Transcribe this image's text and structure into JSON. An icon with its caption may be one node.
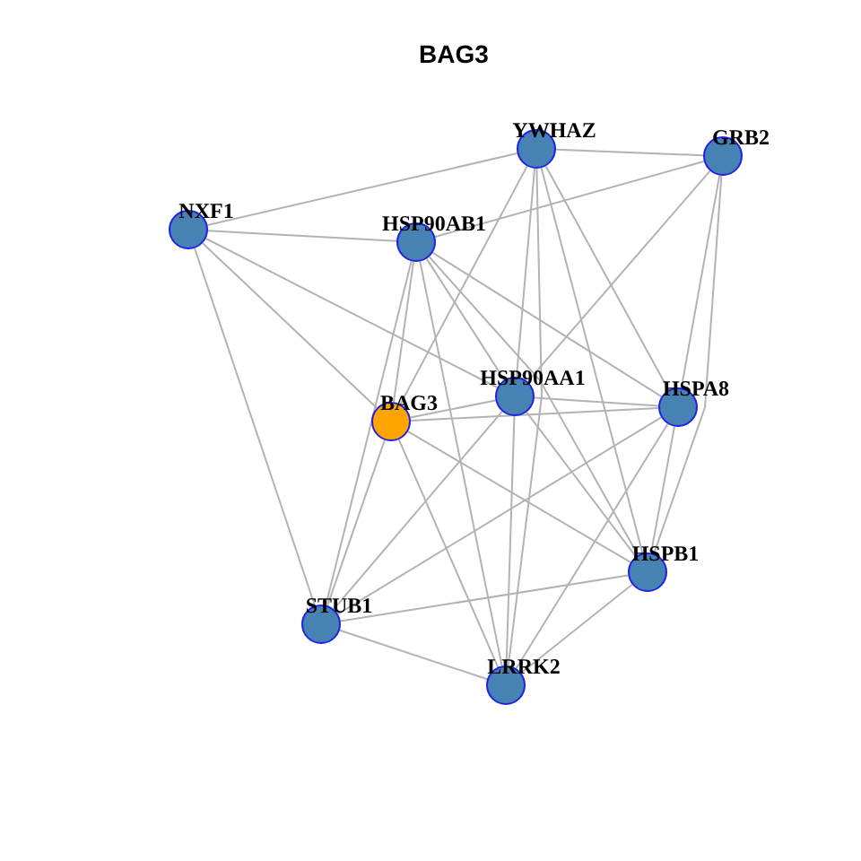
{
  "diagram": {
    "title": "BAG3",
    "nodes": [
      {
        "text": [
          "YWHAZ"
        ]
      },
      {
        "text": [
          "GRB2"
        ]
      },
      {
        "text": [
          "NXF1"
        ]
      },
      {
        "text": [
          "HSP90AB1"
        ]
      },
      {
        "text": [
          "HSP90AA1"
        ]
      },
      {
        "text": [
          "HSPA8"
        ]
      },
      {
        "text": [
          "BAG3"
        ]
      },
      {
        "text": [
          "HSPB1"
        ]
      },
      {
        "text": [
          "STUB1"
        ]
      },
      {
        "text": [
          "LRRK2"
        ]
      }
    ],
    "edges": [
      {
        "from": 2,
        "to": 0,
        "arrow": "none"
      },
      {
        "from": 2,
        "to": 3,
        "arrow": "none"
      },
      {
        "from": 2,
        "to": 6,
        "arrow": "none"
      },
      {
        "from": 2,
        "to": 4,
        "arrow": "none"
      },
      {
        "from": 2,
        "to": 8,
        "arrow": "none"
      },
      {
        "from": 0,
        "to": 1,
        "arrow": "none"
      },
      {
        "from": 0,
        "to": 6,
        "arrow": "none"
      },
      {
        "from": 0,
        "to": 4,
        "arrow": "none"
      },
      {
        "from": 0,
        "to": 9,
        "arrow": "none"
      },
      {
        "from": 0,
        "to": 5,
        "arrow": "none"
      },
      {
        "from": 0,
        "to": 7,
        "arrow": "none"
      },
      {
        "from": 1,
        "to": 3,
        "arrow": "none"
      },
      {
        "from": 1,
        "to": 4,
        "arrow": "none"
      },
      {
        "from": 1,
        "to": 5,
        "arrow": "none"
      },
      {
        "from": 1,
        "to": 7,
        "arrow": "none"
      },
      {
        "from": 3,
        "to": 4,
        "arrow": "none"
      },
      {
        "from": 3,
        "to": 5,
        "arrow": "none"
      },
      {
        "from": 3,
        "to": 7,
        "arrow": "none"
      },
      {
        "from": 3,
        "to": 9,
        "arrow": "none"
      },
      {
        "from": 3,
        "to": 8,
        "arrow": "none"
      },
      {
        "from": 3,
        "to": 6,
        "arrow": "none"
      },
      {
        "from": 6,
        "to": 4,
        "arrow": "none"
      },
      {
        "from": 6,
        "to": 5,
        "arrow": "none"
      },
      {
        "from": 6,
        "to": 7,
        "arrow": "none"
      },
      {
        "from": 6,
        "to": 9,
        "arrow": "none"
      },
      {
        "from": 6,
        "to": 8,
        "arrow": "none"
      },
      {
        "from": 4,
        "to": 5,
        "arrow": "none"
      },
      {
        "from": 4,
        "to": 7,
        "arrow": "none"
      },
      {
        "from": 4,
        "to": 9,
        "arrow": "none"
      },
      {
        "from": 4,
        "to": 8,
        "arrow": "none"
      },
      {
        "from": 5,
        "to": 7,
        "arrow": "none"
      },
      {
        "from": 5,
        "to": 8,
        "arrow": "none"
      },
      {
        "from": 5,
        "to": 9,
        "arrow": "none"
      },
      {
        "from": 7,
        "to": 8,
        "arrow": "none"
      },
      {
        "from": 7,
        "to": 9,
        "arrow": "none"
      },
      {
        "from": 8,
        "to": 9,
        "arrow": "none"
      }
    ]
  }
}
